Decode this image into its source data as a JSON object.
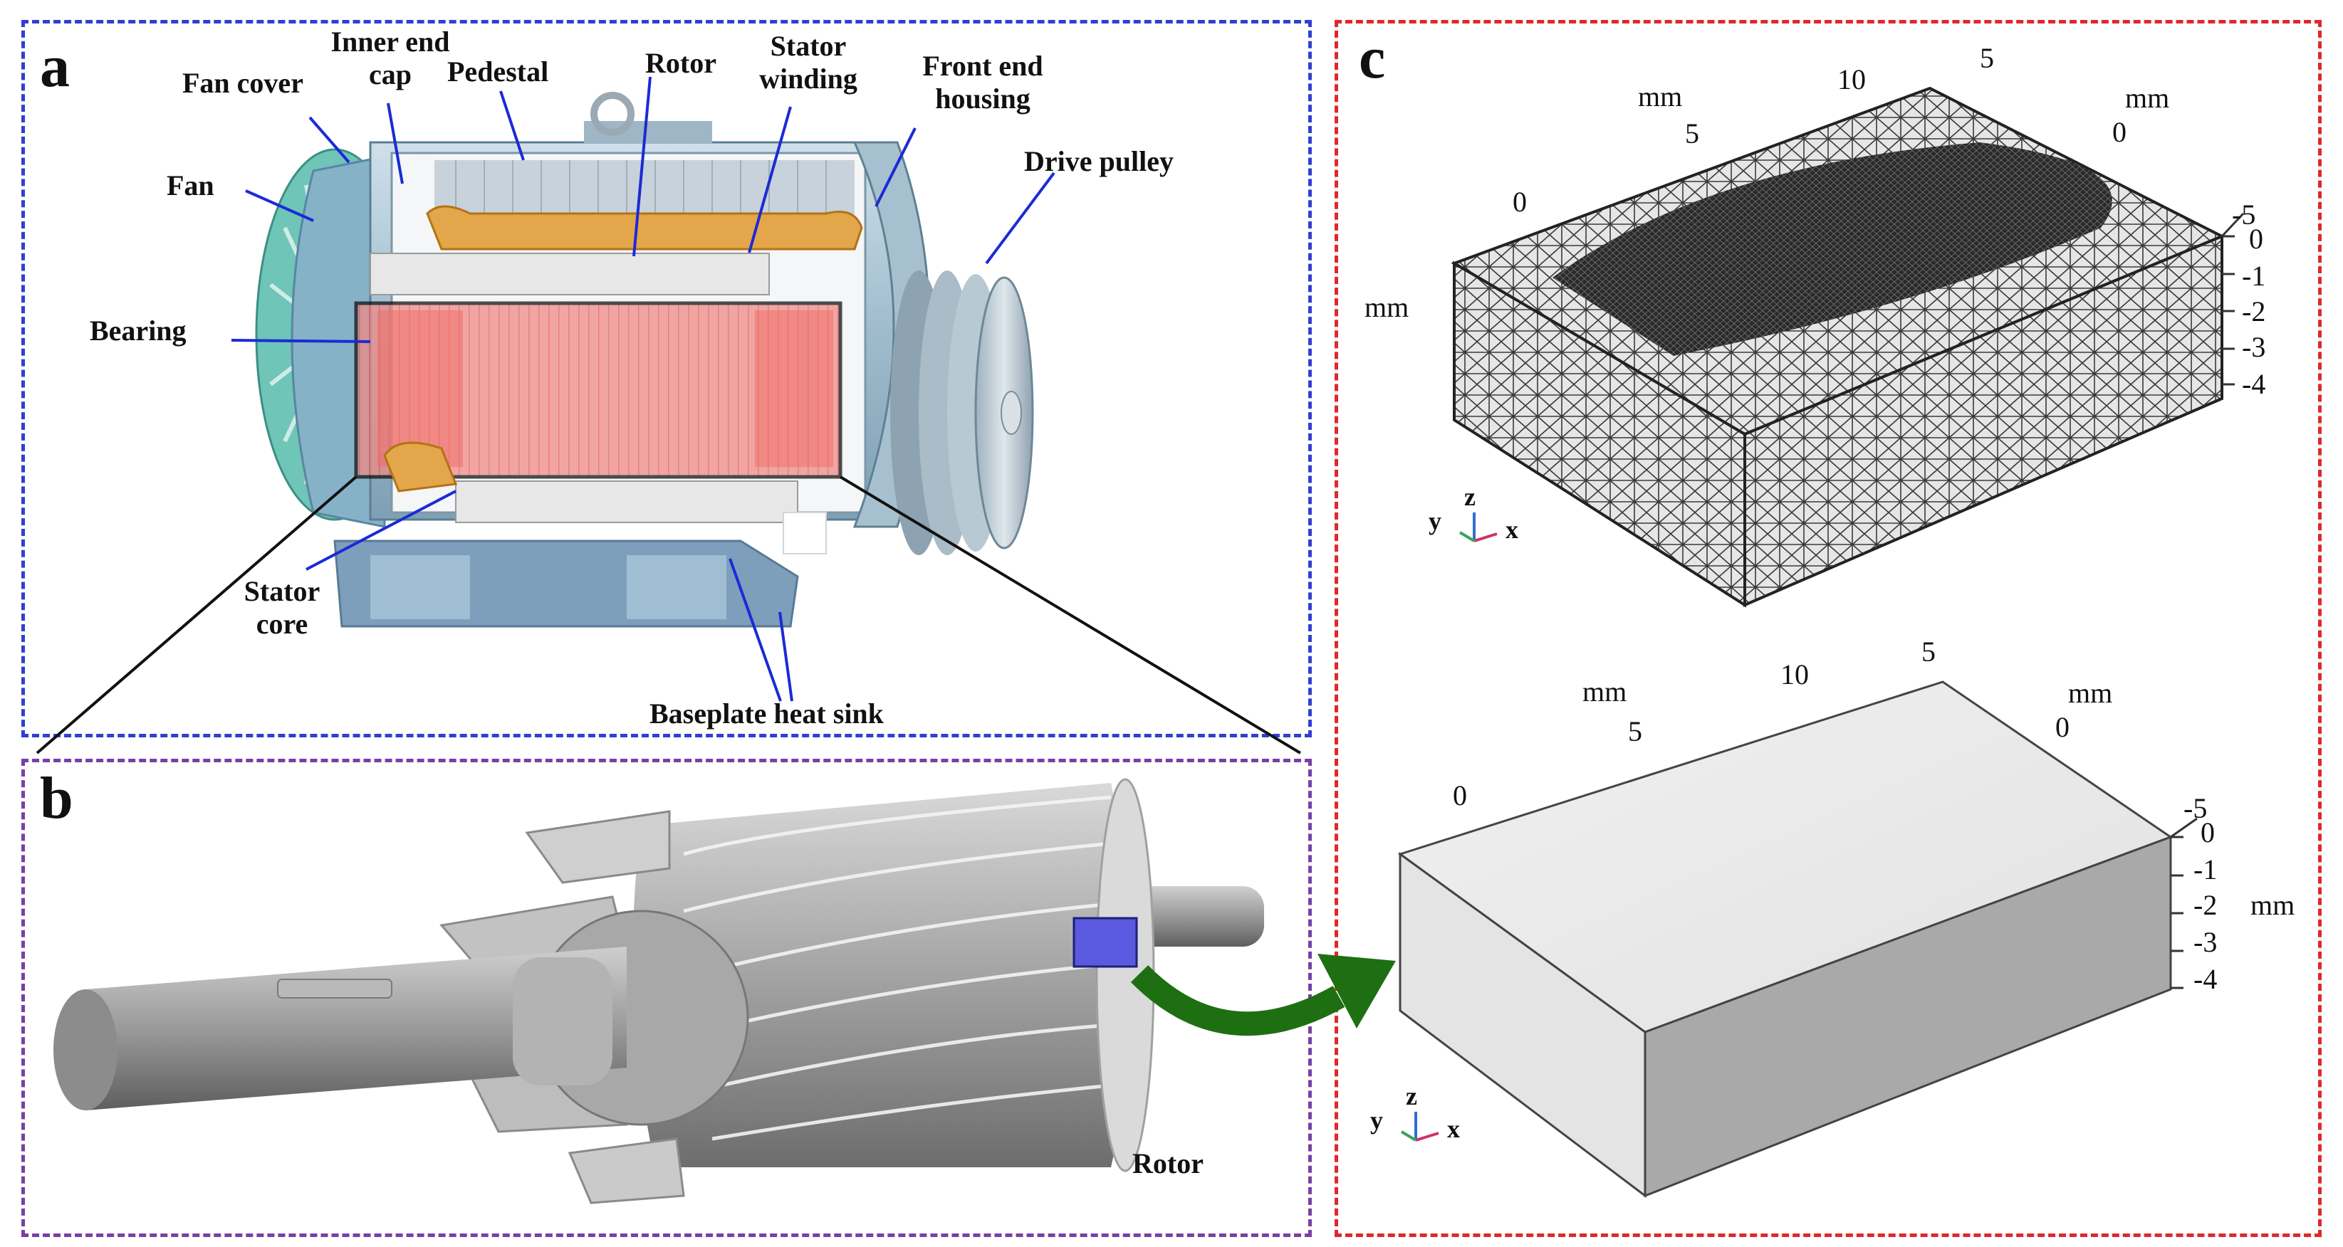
{
  "colors": {
    "frame_a": "#2f3fd6",
    "frame_b": "#7a3fa6",
    "frame_c": "#e0282a",
    "arrow": "#1e6f12",
    "highlight_rect": "#5a5ae0"
  },
  "panels": {
    "a": {
      "letter": "a",
      "labels": {
        "fan_cover": "Fan cover",
        "inner_end_cap_line1": "Inner end",
        "inner_end_cap_line2": "cap",
        "pedestal": "Pedestal",
        "rotor": "Rotor",
        "stator_winding_line1": "Stator",
        "stator_winding_line2": "winding",
        "front_end_housing_line1": "Front end",
        "front_end_housing_line2": "housing",
        "drive_pulley": "Drive pulley",
        "fan": "Fan",
        "bearing": "Bearing",
        "stator_core_line1": "Stator",
        "stator_core_line2": "core",
        "baseplate_heat_sink": "Baseplate heat sink"
      }
    },
    "b": {
      "letter": "b",
      "rotor_label": "Rotor"
    },
    "c": {
      "letter": "c",
      "mesh_model": {
        "axis_unit": "mm",
        "top_ticks": [
          "0",
          "5",
          "10"
        ],
        "right_top_ticks": [
          "5",
          "0"
        ],
        "vertical_ticks": [
          "-5",
          "0",
          "-1",
          "-2",
          "-3",
          "-4"
        ],
        "triad": {
          "y": "y",
          "z": "z",
          "x": "x"
        }
      },
      "solid_model": {
        "axis_unit": "mm",
        "top_ticks": [
          "0",
          "5",
          "10"
        ],
        "right_top_ticks": [
          "5",
          "0"
        ],
        "vertical_ticks": [
          "-5",
          "0",
          "-1",
          "-2",
          "-3",
          "-4"
        ],
        "triad": {
          "y": "y",
          "z": "z",
          "x": "x"
        }
      }
    }
  }
}
